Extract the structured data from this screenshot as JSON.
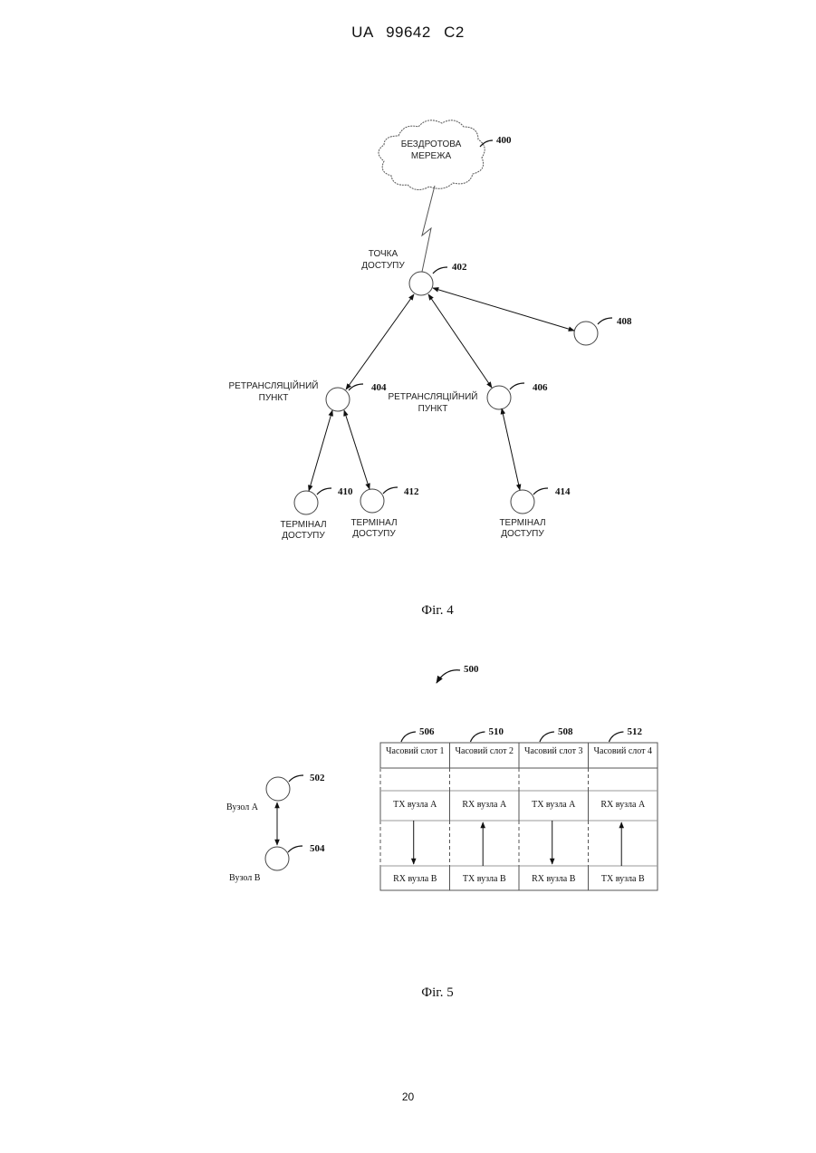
{
  "header": {
    "patent_id": "UA   99642   C2"
  },
  "fig4": {
    "caption": "Фіг. 4",
    "network": {
      "label_line1": "БЕЗДРОТОВА",
      "label_line2": "МЕРЕЖА",
      "ref": "400"
    },
    "access_point": {
      "label_line1": "ТОЧКА",
      "label_line2": "ДОСТУПУ",
      "ref": "402"
    },
    "node_408": {
      "ref": "408"
    },
    "relay_404": {
      "label_line1": "РЕТРАНСЛЯЦІЙНИЙ",
      "label_line2": "ПУНКТ",
      "ref": "404"
    },
    "relay_406": {
      "label_line1": "РЕТРАНСЛЯЦІЙНИЙ",
      "label_line2": "ПУНКТ",
      "ref": "406"
    },
    "terminal_410": {
      "label_line1": "ТЕРМІНАЛ",
      "label_line2": "ДОСТУПУ",
      "ref": "410"
    },
    "terminal_412": {
      "label_line1": "ТЕРМІНАЛ",
      "label_line2": "ДОСТУПУ",
      "ref": "412"
    },
    "terminal_414": {
      "label_line1": "ТЕРМІНАЛ",
      "label_line2": "ДОСТУПУ",
      "ref": "414"
    }
  },
  "fig5": {
    "caption": "Фіг. 5",
    "ref": "500",
    "node_a": {
      "label": "Вузол A",
      "ref": "502"
    },
    "node_b": {
      "label": "Вузол B",
      "ref": "504"
    },
    "slots": [
      {
        "ref": "506",
        "header": "Часовий слот 1",
        "top": "TX вузла A",
        "bottom": "RX вузла B",
        "direction": "down"
      },
      {
        "ref": "510",
        "header": "Часовий слот 2",
        "top": "RX вузла A",
        "bottom": "TX вузла B",
        "direction": "up"
      },
      {
        "ref": "508",
        "header": "Часовий слот 3",
        "top": "TX вузла A",
        "bottom": "RX вузла B",
        "direction": "down"
      },
      {
        "ref": "512",
        "header": "Часовий слот 4",
        "top": "RX вузла A",
        "bottom": "TX вузла B",
        "direction": "up"
      }
    ]
  },
  "page_number": "20"
}
